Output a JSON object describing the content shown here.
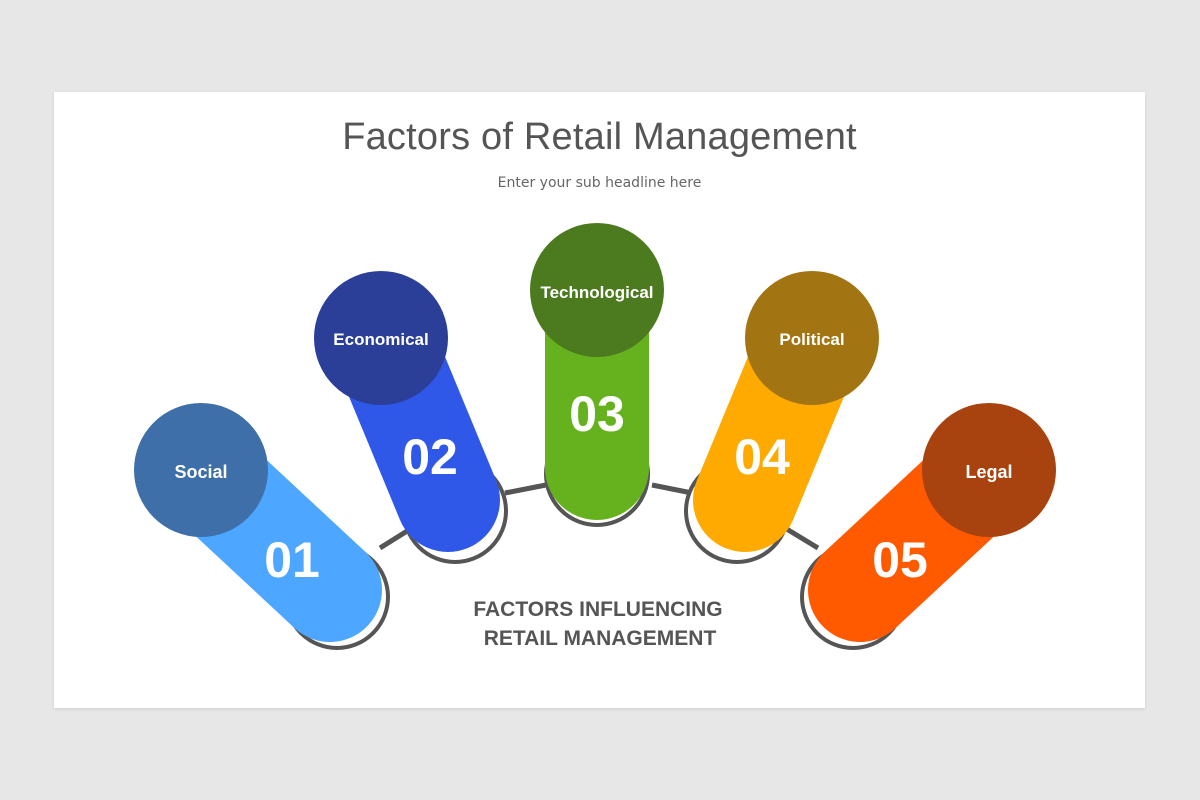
{
  "slide": {
    "title": "Factors of Retail Management",
    "subtitle": "Enter your sub headline here",
    "center_label_line1": "FACTORS INFLUENCING",
    "center_label_line2": "RETAIL MANAGEMENT"
  },
  "factors": [
    {
      "number": "01",
      "label": "Social",
      "pill_color": "#4da6ff",
      "cap_color": "#3f6fa8"
    },
    {
      "number": "02",
      "label": "Economical",
      "pill_color": "#2f58e8",
      "cap_color": "#2b3f99"
    },
    {
      "number": "03",
      "label": "Technological",
      "pill_color": "#66b21e",
      "cap_color": "#4c7a1e"
    },
    {
      "number": "04",
      "label": "Political",
      "pill_color": "#ffaa00",
      "cap_color": "#a37412"
    },
    {
      "number": "05",
      "label": "Legal",
      "pill_color": "#ff5a00",
      "cap_color": "#a8420f"
    }
  ],
  "colors": {
    "background": "#e8e7e8",
    "slide": "#ffffff",
    "ring": "#555555",
    "text_dark": "#555555"
  }
}
